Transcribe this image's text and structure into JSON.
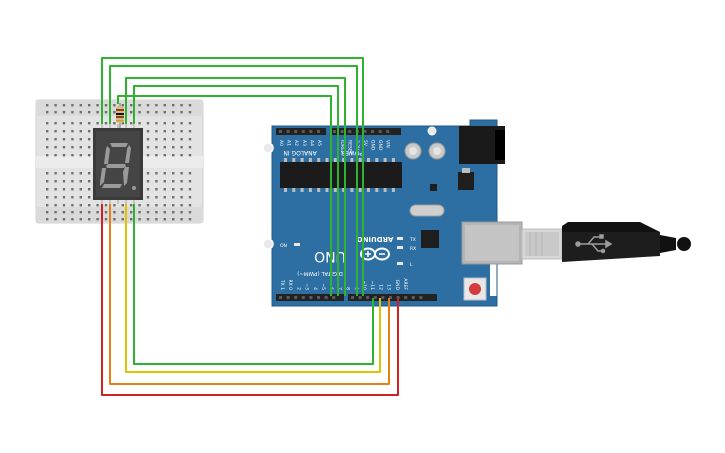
{
  "board": {
    "brand": "ARDUINO",
    "model": "UNO",
    "on_label": "ON",
    "tx_label": "TX",
    "rx_label": "RX",
    "l_label": "L",
    "analog_header": "ANALOG IN",
    "power_header": "POWER",
    "digital_header": "DIGITAL (PWM~)",
    "analog_pins": [
      "A0",
      "A1",
      "A2",
      "A3",
      "A4",
      "A5"
    ],
    "power_pins": [
      "IOREF",
      "RESET",
      "3.3V",
      "5V",
      "GND",
      "GND",
      "VIN"
    ],
    "digital_pins": [
      "TX 1",
      "RX 0",
      "2",
      "~3",
      "4",
      "~5",
      "~6",
      "7",
      "8",
      "~9",
      "~10",
      "~11",
      "12",
      "13",
      "GND",
      "AREF"
    ]
  },
  "display": {
    "digit": "8"
  },
  "colors": {
    "wire_green": "#2db330",
    "wire_yellow": "#e3c000",
    "wire_orange": "#e87f16",
    "wire_red": "#d32020",
    "pcb": "#2a6fa5",
    "breadboard": "#e6e6e6"
  },
  "icons": {
    "usb": "usb-icon"
  }
}
